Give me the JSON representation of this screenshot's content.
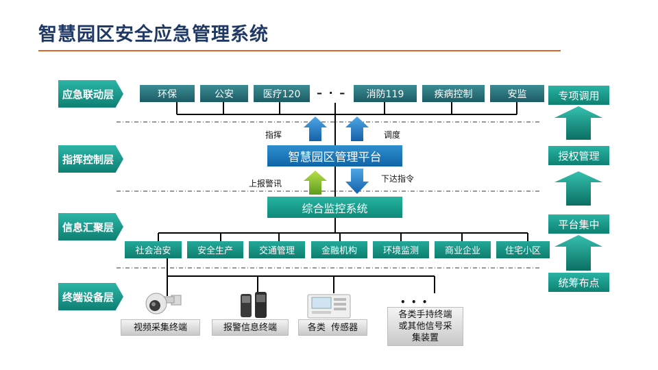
{
  "title": "智慧园区安全应急管理系统",
  "layers": [
    "应急联动层",
    "指挥控制层",
    "信息汇聚层",
    "终端设备层"
  ],
  "linkage_units": [
    "环保",
    "公安",
    "医疗120",
    "消防119",
    "疾病控制",
    "安监"
  ],
  "platform": "智慧园区管理平台",
  "monitor": "综合监控系统",
  "arrow_labels": {
    "command": "指挥",
    "dispatch": "调度",
    "report": "上报警讯",
    "issue": "下达指令"
  },
  "info_units": [
    "社会治安",
    "安全生产",
    "交通管理",
    "金融机构",
    "环境监测",
    "商业企业",
    "住宅小区"
  ],
  "terminals": [
    "视频采集终端",
    "报警信息终端",
    "各类  传感器",
    "各类手持终端或其他信号采集装置"
  ],
  "ellipsis": "• • •",
  "right_stack": [
    "专项调用",
    "授权管理",
    "平台集中",
    "统筹布点"
  ],
  "icons": [
    "dome-camera-icon",
    "infrared-detector-icon",
    "sensor-panel-icon"
  ],
  "colors": {
    "title": "#1f3864",
    "accent": "#e0662a",
    "teal": "#0f8a7a",
    "blue": "#0f64a6"
  }
}
